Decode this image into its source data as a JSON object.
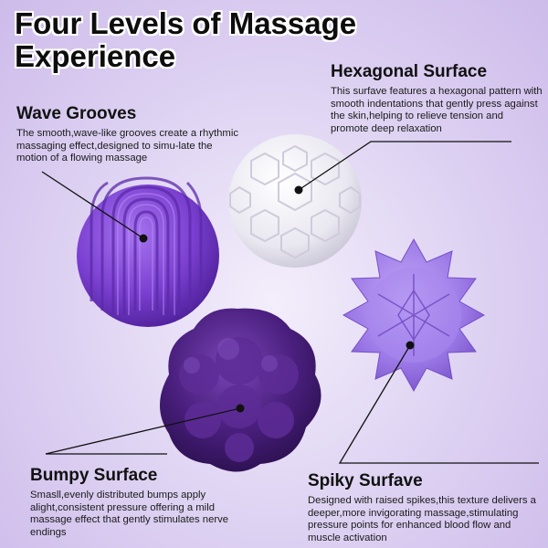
{
  "title": {
    "line1": "Four Levels of Massage",
    "line2": "Experience"
  },
  "sections": {
    "wave": {
      "heading": "Wave Grooves",
      "body": "The smooth,wave-like grooves create a rhythmic massaging effect,designed to simu-late the motion of a flowing massage"
    },
    "hexagonal": {
      "heading": "Hexagonal Surface",
      "body": "This surfave features a hexagonal pattern with smooth indentations that gently press against the skin,helping to relieve tension and promote deep relaxation"
    },
    "bumpy": {
      "heading": "Bumpy Surface",
      "body": "Smasll,evenly distributed bumps apply alight,consistent pressure offering a mild massage effect that gently stimulates nerve endings"
    },
    "spiky": {
      "heading": "Spiky Surfave",
      "body": "Designed with raised spikes,this texture delivers a deeper,more invigorating massage,stimulating pressure points for enhanced blood flow and muscle activation"
    }
  },
  "colors": {
    "background": "#ddd1f2",
    "wave_ball": "#7a3fd0",
    "hex_ball": "#eeedf3",
    "spiky_ball": "#9b78e6",
    "bumpy_ball": "#4a1f7e",
    "leader_line": "#111111"
  }
}
